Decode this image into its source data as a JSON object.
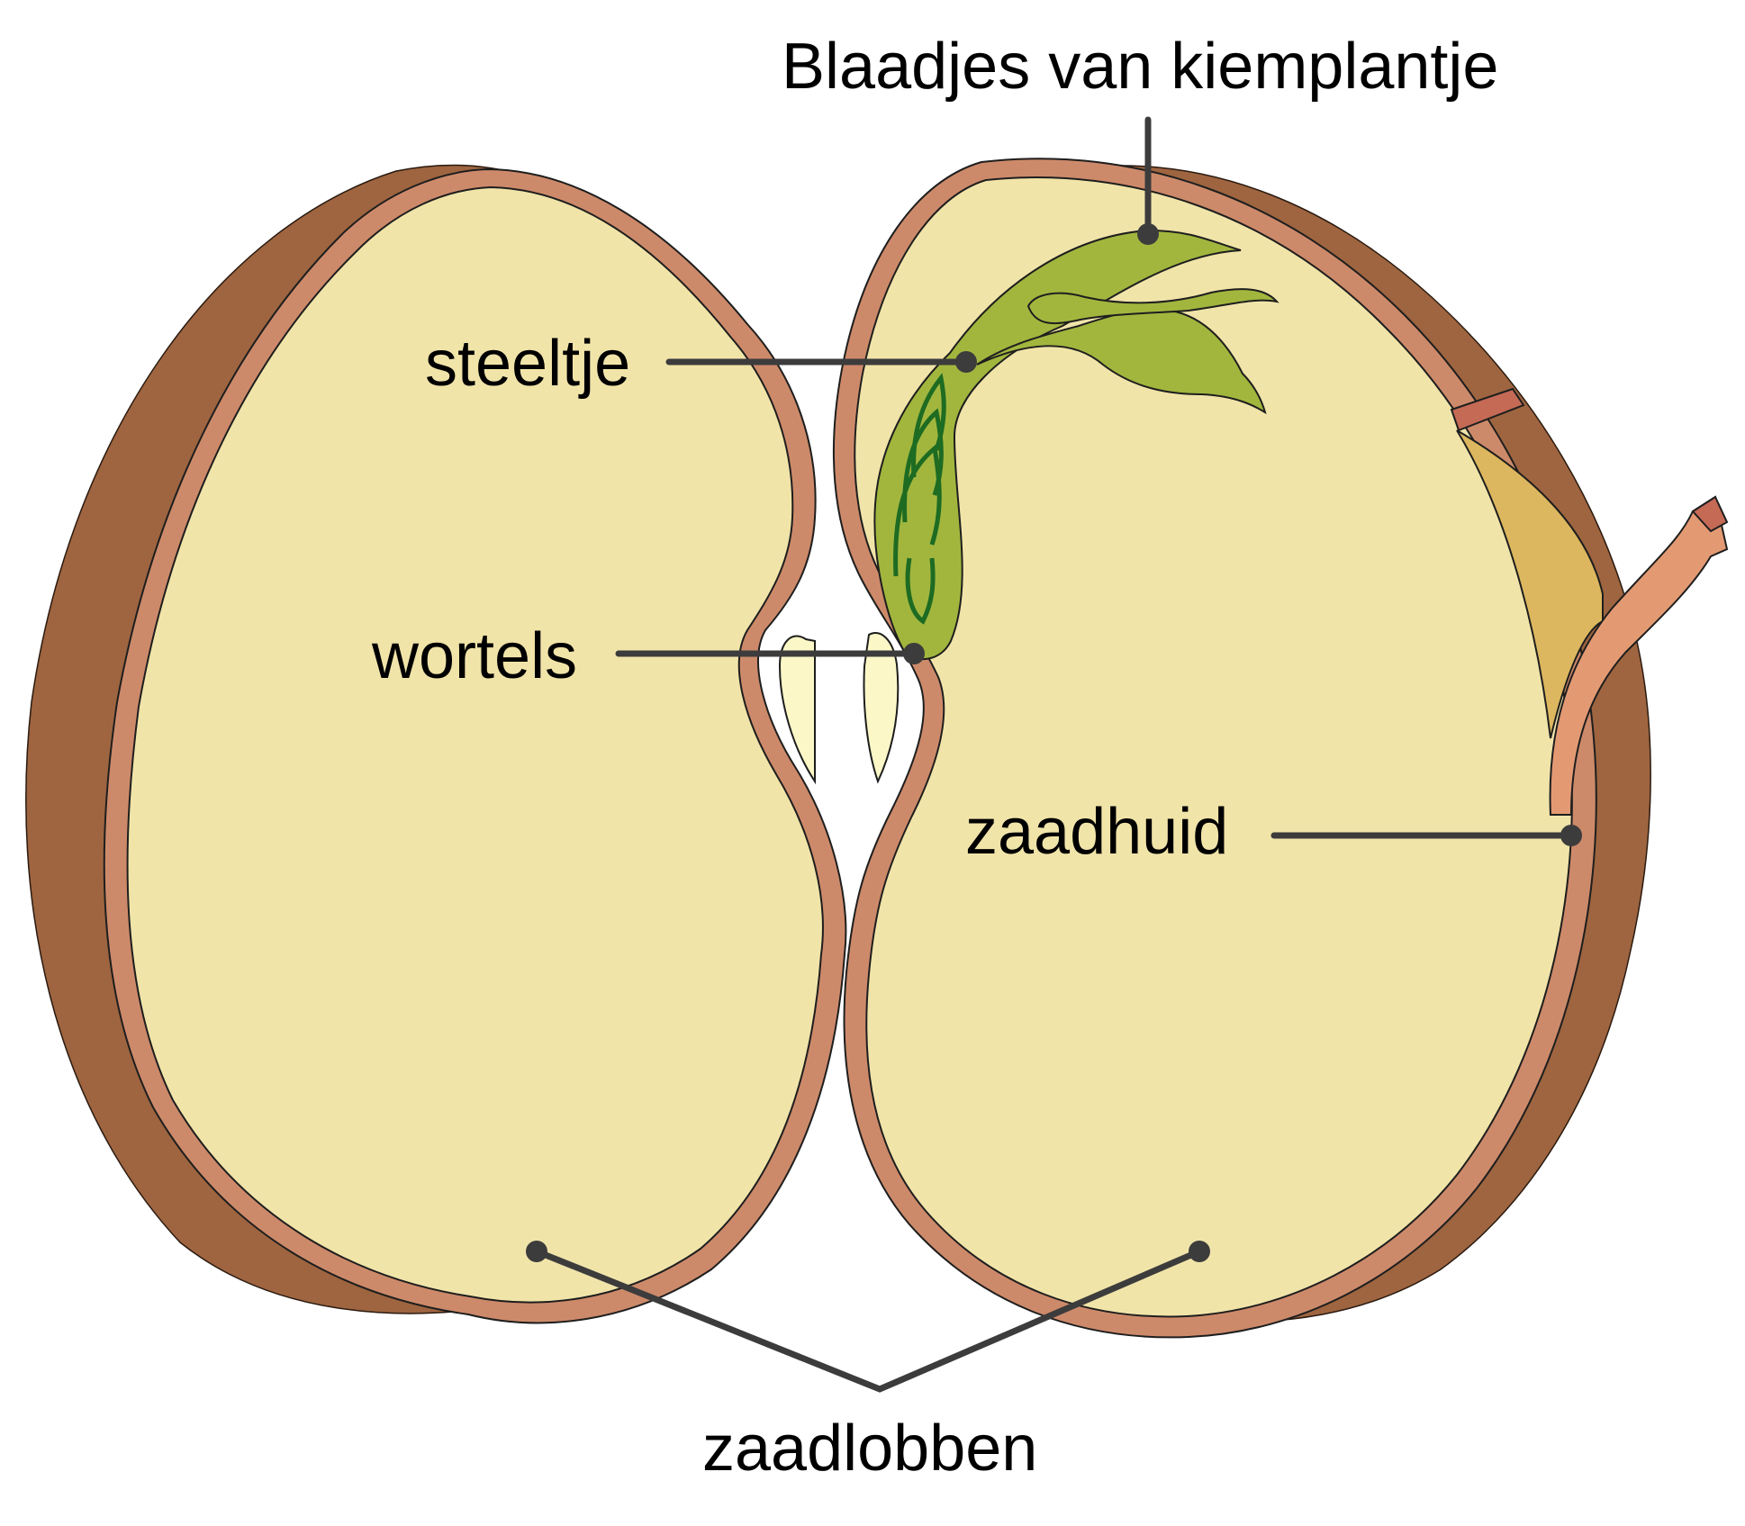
{
  "labels": {
    "leaves": "Blaadjes van kiemplantje",
    "stem": "steeltje",
    "roots": "wortels",
    "seed_coat": "zaadhuid",
    "cotyledons": "zaadlobben"
  },
  "colors": {
    "outer_shell": "#9E6540",
    "seed_coat": "#CD8A6A",
    "cotyledon_flesh": "#F1E4A9",
    "embryo_green": "#A2B63E",
    "embryo_dark_green": "#1E6B22",
    "radicle": "#FCF7C7",
    "coat_inner_gap": "#DDB75F",
    "peeled_coat": "#E39A73",
    "leader_line": "#3C3C3C",
    "text": "#000000"
  }
}
